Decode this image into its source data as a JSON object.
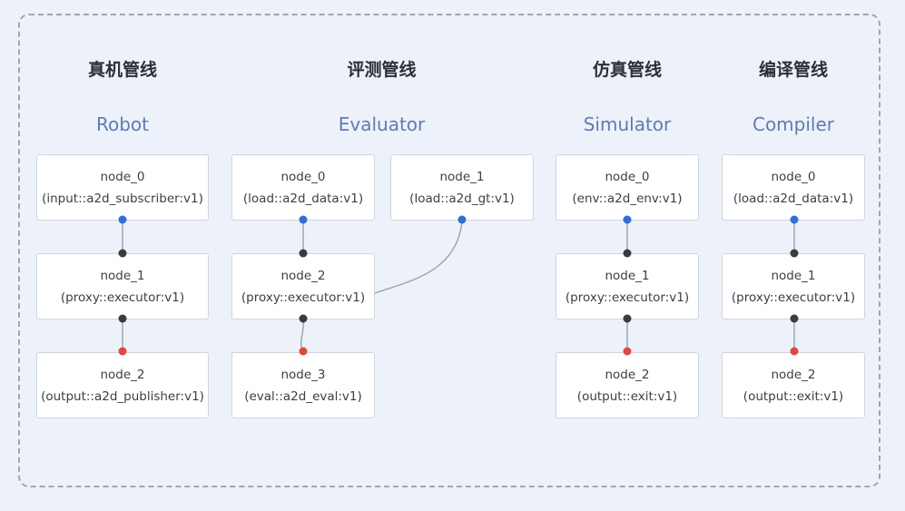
{
  "pipelines": [
    {
      "cn_title": "真机管线",
      "en_title": "Robot",
      "nodes": [
        {
          "name": "node_0",
          "type": "(input::a2d_subscriber:v1)"
        },
        {
          "name": "node_1",
          "type": "(proxy::executor:v1)"
        },
        {
          "name": "node_2",
          "type": "(output::a2d_publisher:v1)"
        }
      ]
    },
    {
      "cn_title": "评测管线",
      "en_title": "Evaluator",
      "nodes": [
        {
          "name": "node_0",
          "type": "(load::a2d_data:v1)"
        },
        {
          "name": "node_1",
          "type": "(load::a2d_gt:v1)"
        },
        {
          "name": "node_2",
          "type": "(proxy::executor:v1)"
        },
        {
          "name": "node_3",
          "type": "(eval::a2d_eval:v1)"
        }
      ]
    },
    {
      "cn_title": "仿真管线",
      "en_title": "Simulator",
      "nodes": [
        {
          "name": "node_0",
          "type": "(env::a2d_env:v1)"
        },
        {
          "name": "node_1",
          "type": "(proxy::executor:v1)"
        },
        {
          "name": "node_2",
          "type": "(output::exit:v1)"
        }
      ]
    },
    {
      "cn_title": "编译管线",
      "en_title": "Compiler",
      "nodes": [
        {
          "name": "node_0",
          "type": "(load::a2d_data:v1)"
        },
        {
          "name": "node_1",
          "type": "(proxy::executor:v1)"
        },
        {
          "name": "node_2",
          "type": "(output::exit:v1)"
        }
      ]
    }
  ],
  "colors": {
    "output_port": "#2f6fd6",
    "input_port": "#3b3b3b",
    "sink_port": "#e2473a",
    "wire": "#9aa3b0"
  }
}
